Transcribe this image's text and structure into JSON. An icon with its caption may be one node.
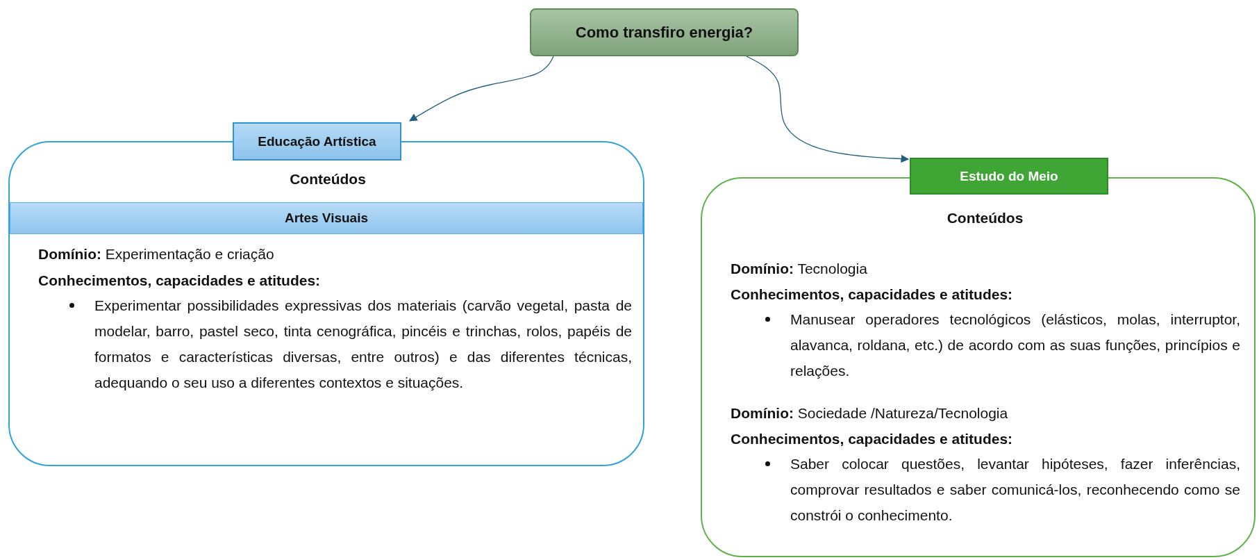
{
  "diagram": {
    "nodes": [
      {
        "text": [
          "Como transfiro energia?"
        ]
      },
      {
        "text": [
          "Educação Artística"
        ]
      },
      {
        "text": [
          "Conteúdos",
          "**Domínio:** Experimentação e criação",
          "Conhecimentos, capacidades e atitudes:",
          "Experimentar possibilidades expressivas dos materiais (carvão vegetal, pasta de modelar, barro, pastel seco, tinta cenográfica, pincéis e trinchas, rolos, papéis de formatos e características diversas, entre outros) e das diferentes técnicas, adequando o seu uso a diferentes contextos e situações."
        ]
      },
      {
        "text": [
          "Artes Visuais"
        ],
        "in": 2
      },
      {
        "text": [
          "Estudo do Meio"
        ]
      },
      {
        "text": [
          "Conteúdos",
          "**Domínio:** Tecnologia",
          "Conhecimentos, capacidades e atitudes:",
          "Manusear operadores tecnológicos (elásticos, molas, interruptor, alavanca, roldana, etc.) de acordo com as suas funções, princípios e relações.",
          "**Domínio:** Sociedade /Natureza/Tecnologia",
          "Conhecimentos, capacidades e atitudes:",
          "Saber colocar questões, levantar hipóteses, fazer inferências, comprovar resultados e saber comunicá-los, reconhecendo como se constrói o conhecimento."
        ]
      }
    ],
    "edges": [
      {
        "from": 0,
        "to": 1,
        "arrow": "to"
      },
      {
        "from": 0,
        "to": 4,
        "arrow": "to"
      }
    ]
  }
}
